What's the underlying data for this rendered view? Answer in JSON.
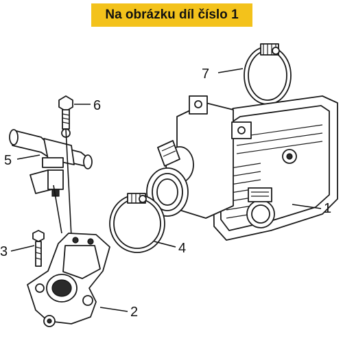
{
  "banner": {
    "text": "Na obrázku díl číslo 1"
  },
  "callouts": [
    {
      "id": "1",
      "label": "1"
    },
    {
      "id": "2",
      "label": "2"
    },
    {
      "id": "3",
      "label": "3"
    },
    {
      "id": "4",
      "label": "4"
    },
    {
      "id": "5",
      "label": "5"
    },
    {
      "id": "6",
      "label": "6"
    },
    {
      "id": "7",
      "label": "7"
    }
  ]
}
